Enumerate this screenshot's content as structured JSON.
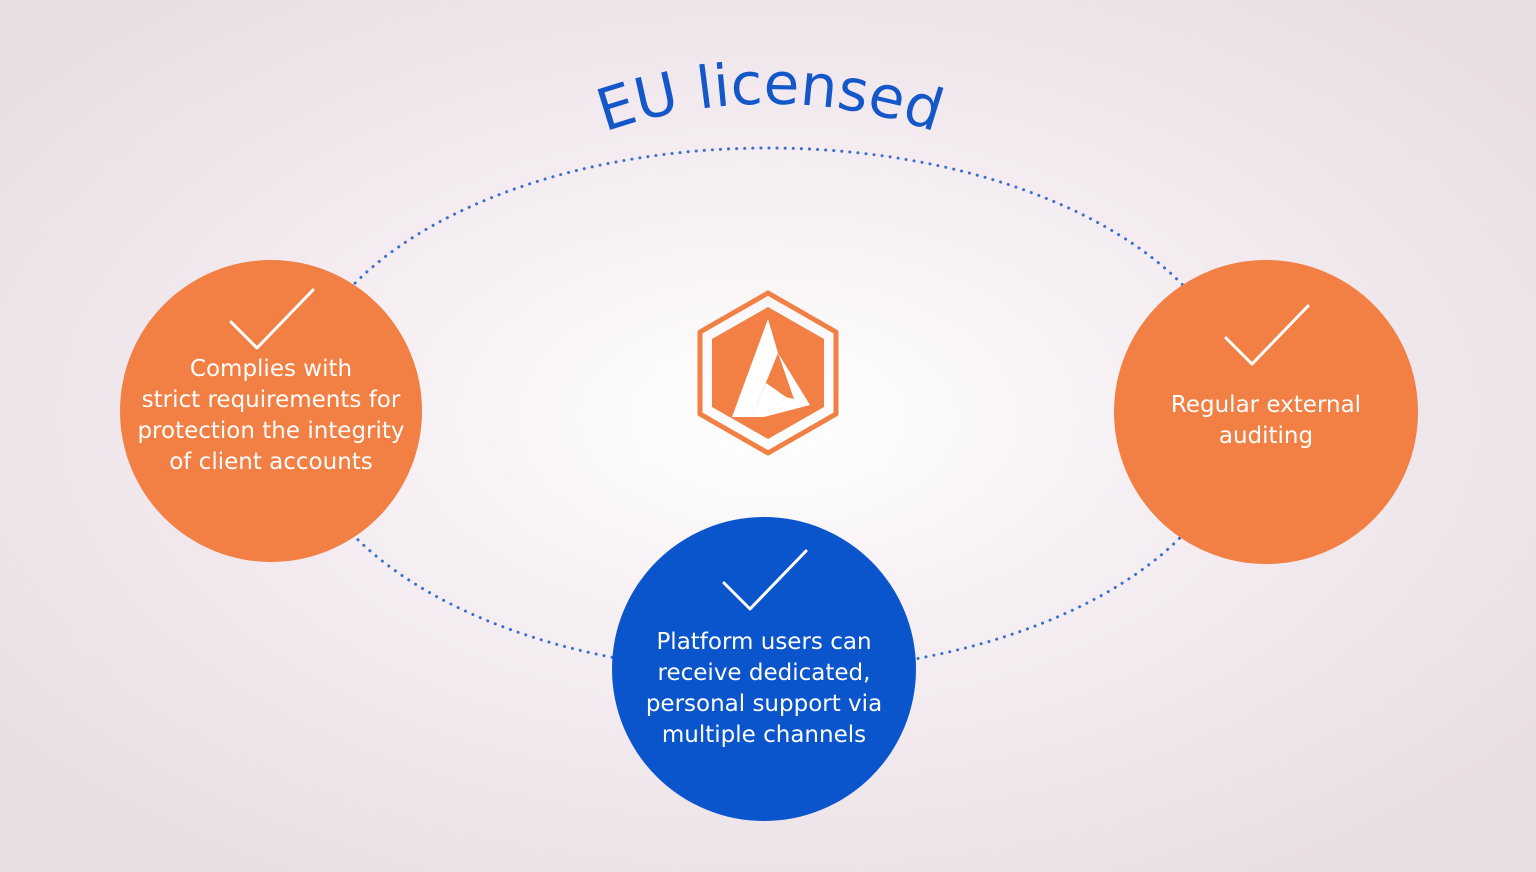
{
  "title": "EU licensed",
  "colors": {
    "accent_blue": "#1457c8",
    "orange": "#f27f43",
    "blue_circle": "#0a54cc",
    "dotted_line": "#3a6fd0"
  },
  "features": [
    {
      "id": "left",
      "label": "Complies with\nstrict requirements for\nprotection the integrity\nof client accounts",
      "icon": "checkmark-icon"
    },
    {
      "id": "right",
      "label": "Regular external\nauditing",
      "icon": "checkmark-icon"
    },
    {
      "id": "bottom",
      "label": "Platform users can\nreceive dedicated,\npersonal support via\nmultiple channels",
      "icon": "checkmark-icon"
    }
  ],
  "logo": {
    "icon": "hexagon-a-logo-icon"
  }
}
